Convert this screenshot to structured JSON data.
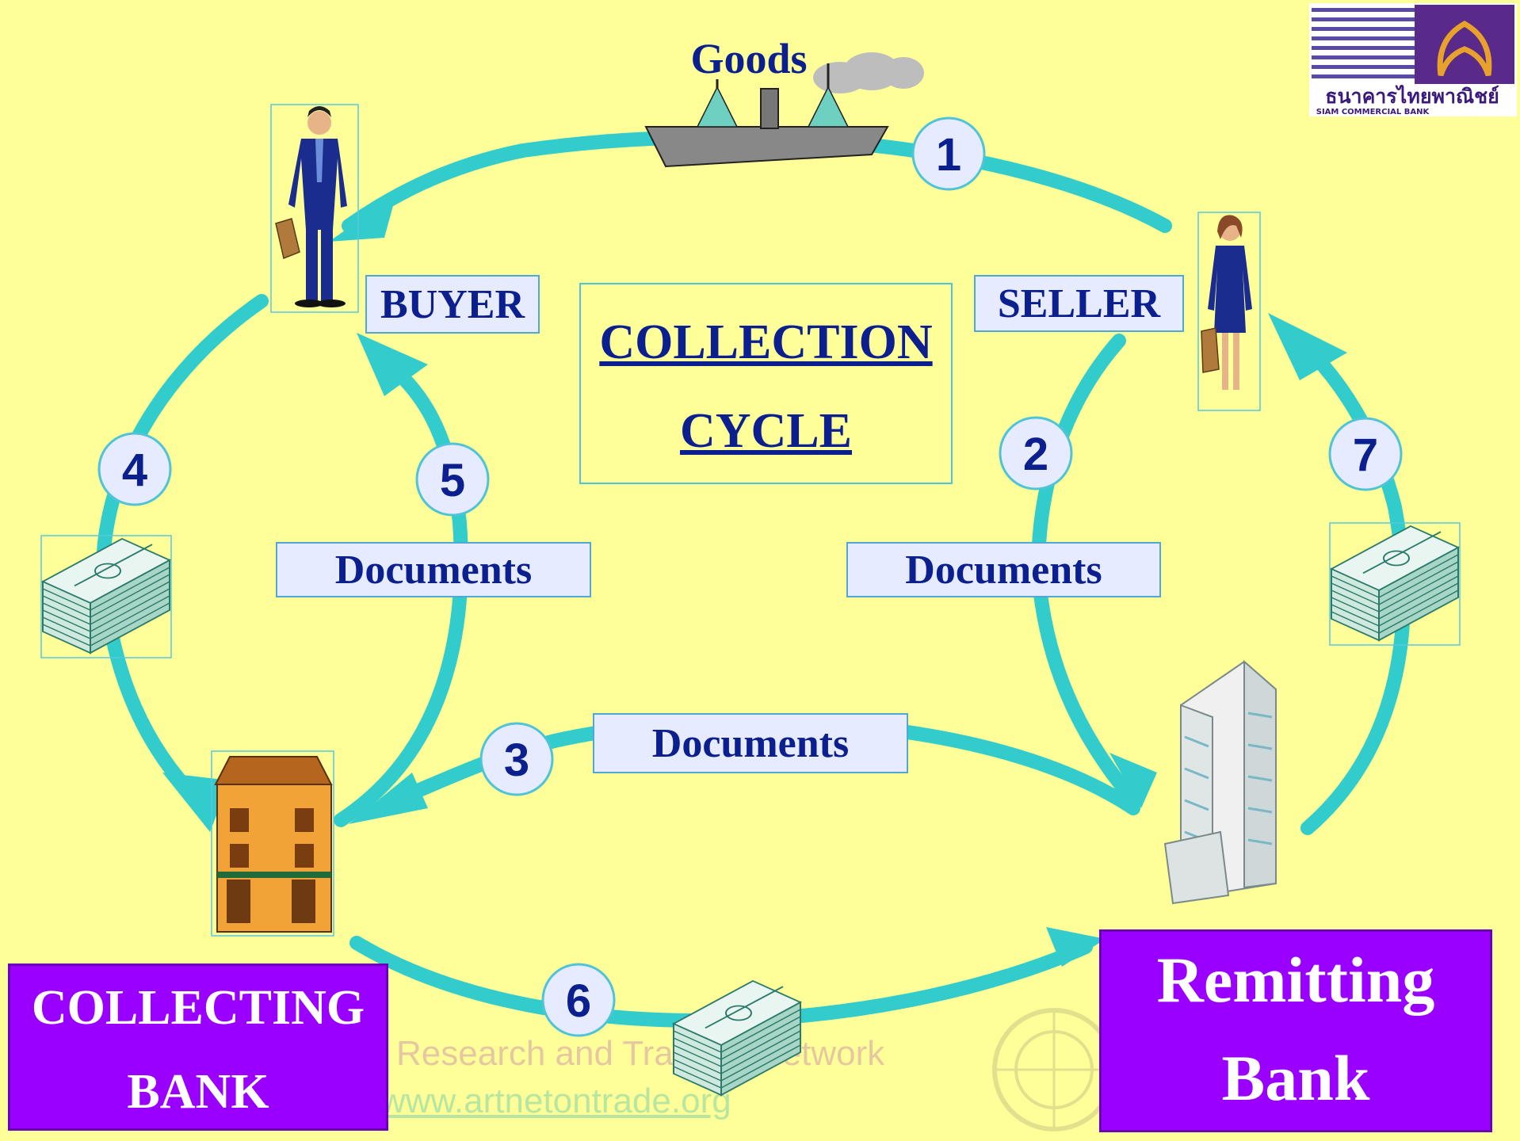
{
  "diagram": {
    "title_line1": "COLLECTION",
    "title_line2": "CYCLE",
    "goods_label": "Goods",
    "buyer_label": "BUYER",
    "seller_label": "SELLER",
    "documents_left": "Documents",
    "documents_right": "Documents",
    "documents_bottom": "Documents",
    "collecting_bank_line1": "COLLECTING",
    "collecting_bank_line2": "BANK",
    "remitting_bank_line1": "Remitting",
    "remitting_bank_line2": "Bank",
    "steps": [
      "1",
      "2",
      "3",
      "4",
      "5",
      "6",
      "7"
    ]
  },
  "logo": {
    "thai_text": "ธนาคารไทยพาณิชย์",
    "english_text": "SIAM COMMERCIAL BANK"
  },
  "footer": {
    "line1": "Research and Training Network",
    "line2": "www.artnetontrade.org"
  },
  "colors": {
    "background": "#ffff99",
    "arrow": "#33cccc",
    "text_blue": "#0b1f8f",
    "bank_box": "#9900ff",
    "label_box": "#e6ebff"
  }
}
